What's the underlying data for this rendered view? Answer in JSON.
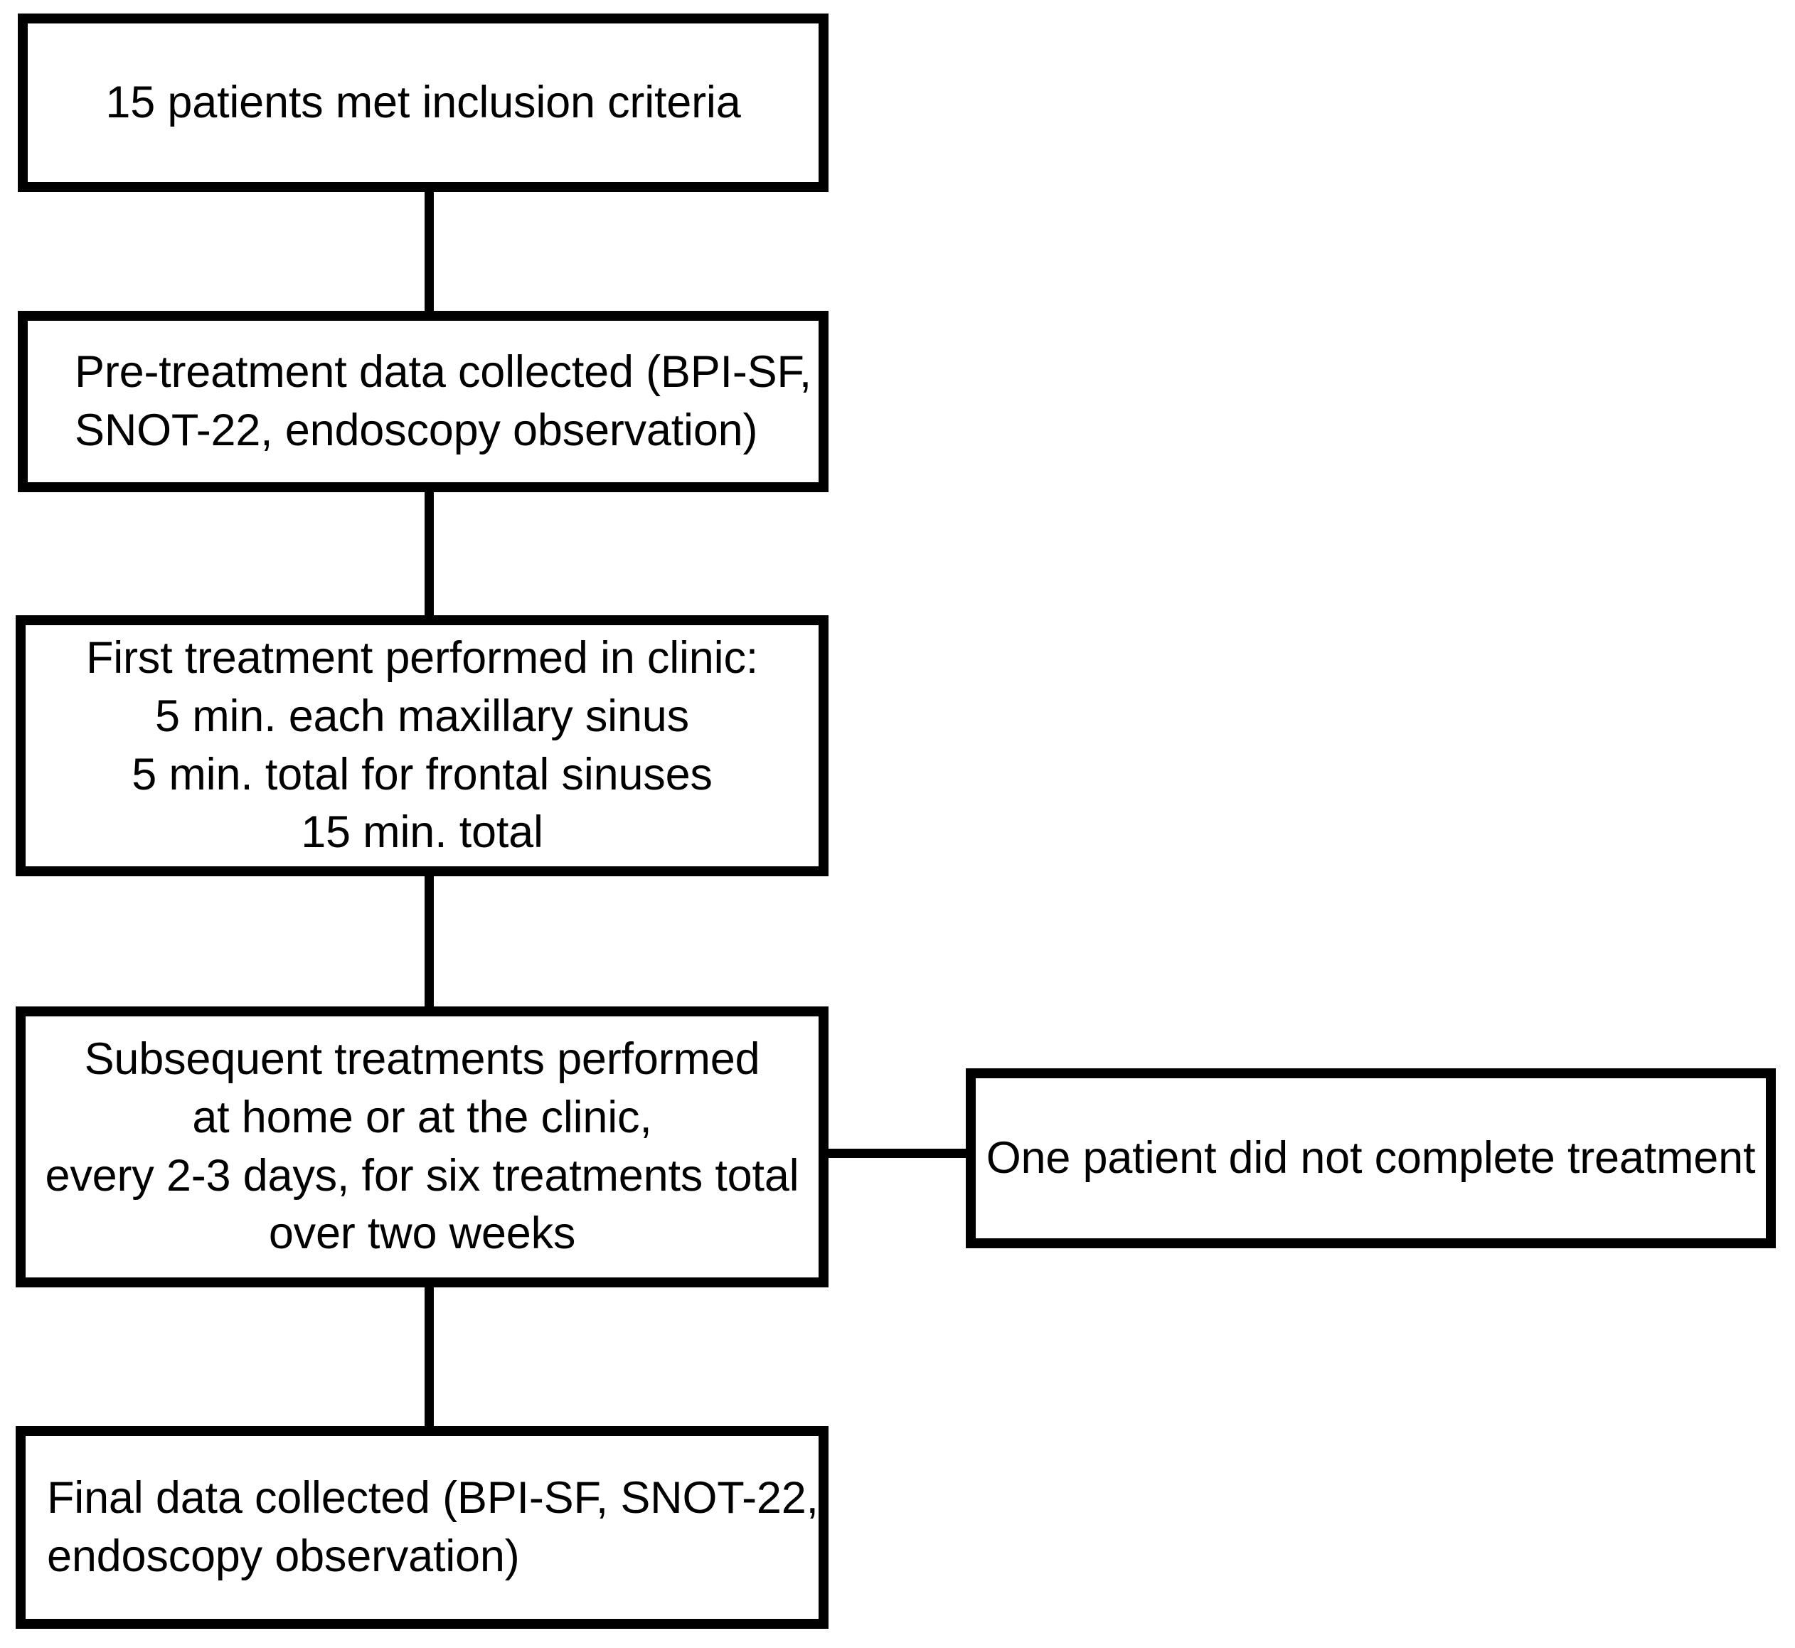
{
  "diagram": {
    "title": "Study treatment flowchart",
    "type": "flowchart",
    "orientation": "top-to-bottom",
    "colors": {
      "background": "#ffffff",
      "box_border": "#000000",
      "box_fill": "#ffffff",
      "text": "#000000",
      "connector": "#000000"
    },
    "nodes": [
      {
        "id": "inclusion",
        "text": "15 patients met inclusion criteria",
        "align": "center"
      },
      {
        "id": "pretreatment",
        "text": "Pre-treatment data collected (BPI-SF,\nSNOT-22, endoscopy observation)",
        "align": "left"
      },
      {
        "id": "first_treatment",
        "text": "First treatment performed in clinic:\n5 min. each maxillary sinus\n5 min. total for frontal sinuses\n15 min. total",
        "align": "center"
      },
      {
        "id": "subsequent_treatments",
        "text": "Subsequent treatments performed\nat home or at the clinic,\nevery 2-3 days, for six treatments total\nover two weeks",
        "align": "center"
      },
      {
        "id": "final_data",
        "text": "Final data collected (BPI-SF, SNOT-22,\nendoscopy observation)",
        "align": "left-indent"
      },
      {
        "id": "dropout",
        "text": "One patient did not complete treatment",
        "align": "center"
      }
    ],
    "connectors": [
      {
        "id": "conn-1-2",
        "from": "inclusion",
        "to": "pretreatment",
        "direction": "vertical"
      },
      {
        "id": "conn-2-3",
        "from": "pretreatment",
        "to": "first_treatment",
        "direction": "vertical"
      },
      {
        "id": "conn-3-4",
        "from": "first_treatment",
        "to": "subsequent_treatments",
        "direction": "vertical"
      },
      {
        "id": "conn-4-5",
        "from": "subsequent_treatments",
        "to": "final_data",
        "direction": "vertical"
      },
      {
        "id": "conn-4-dropout",
        "from": "subsequent_treatments",
        "to": "dropout",
        "direction": "horizontal"
      }
    ]
  }
}
